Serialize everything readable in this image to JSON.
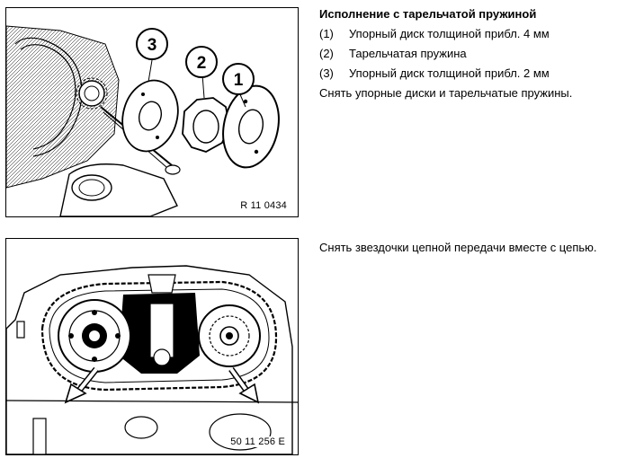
{
  "section1": {
    "heading": "Исполнение с тарельчатой пружиной",
    "items": [
      {
        "num": "(1)",
        "text": "Упорный диск толщиной прибл. 4 мм"
      },
      {
        "num": "(2)",
        "text": "Тарельчатая пружина"
      },
      {
        "num": "(3)",
        "text": "Упорный диск толщиной прибл. 2 мм"
      }
    ],
    "instruction": "Снять упорные диски и тарельчатые пружины.",
    "figure": {
      "code": "R 11 0434",
      "callouts": [
        "1",
        "2",
        "3"
      ]
    }
  },
  "section2": {
    "instruction": "Снять звездочки цепной передачи вместе с цепью.",
    "figure": {
      "code": "50 11 256 E"
    }
  }
}
